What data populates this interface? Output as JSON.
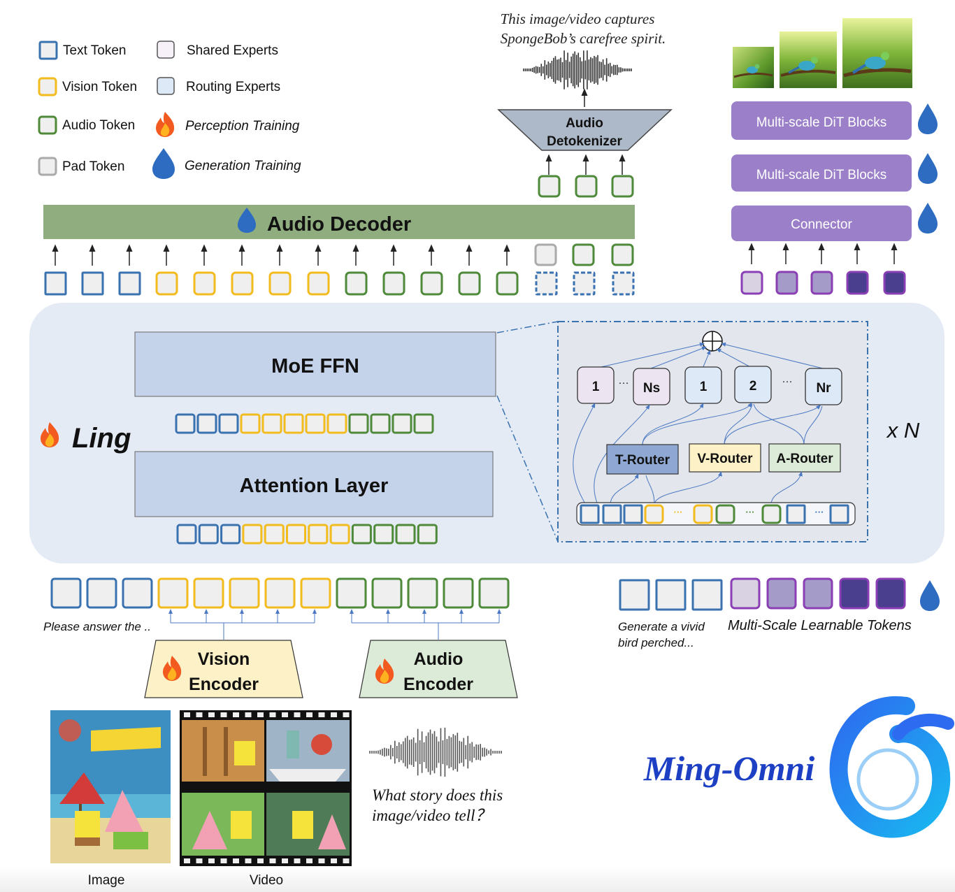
{
  "legend": {
    "text_token": "Text Token",
    "vision_token": "Vision Token",
    "audio_token": "Audio Token",
    "pad_token": "Pad Token",
    "shared_experts": "Shared Experts",
    "routing_experts": "Routing Experts",
    "perception_training": "Perception Training",
    "generation_training": "Generation Training"
  },
  "audio_output": {
    "caption_line1": "This image/video captures",
    "caption_line2": "SpongeBob’s carefree spirit.",
    "detokenizer_line1": "Audio",
    "detokenizer_line2": "Detokenizer",
    "decoder_label": "Audio Decoder"
  },
  "image_generation": {
    "dit_block_1": "Multi-scale DiT Blocks",
    "dit_block_2": "Multi-scale DiT Blocks",
    "connector": "Connector"
  },
  "ling": {
    "name": "Ling",
    "moe_ffn": "MoE FFN",
    "attention_layer": "Attention Layer",
    "repeat": "x N"
  },
  "moe_detail": {
    "experts": [
      "1",
      "Ns",
      "1",
      "2",
      "Nr"
    ],
    "ellipsis": "···",
    "routers": [
      "T-Router",
      "V-Router",
      "A-Router"
    ]
  },
  "inputs": {
    "text_prompt": "Please answer the ..",
    "vision_encoder_line1": "Vision",
    "vision_encoder_line2": "Encoder",
    "audio_encoder_line1": "Audio",
    "audio_encoder_line2": "Encoder",
    "question_line1": "What story does this",
    "question_line2": "image/video  tell？",
    "image_label": "Image",
    "video_label": "Video"
  },
  "generation_input": {
    "prompt_line1": "Generate  a vivid",
    "prompt_line2": "bird perched...",
    "learnable_tokens": "Multi-Scale Learnable Tokens"
  },
  "brand": {
    "name": "Ming-Omni"
  },
  "colors": {
    "text_token": "#3a72b0",
    "vision_token": "#f2bb1e",
    "audio_token": "#4e8a3a",
    "pad_token": "#aaaaaa",
    "shared_expert_fill": "#ece4f0",
    "routing_expert_fill": "#dde9f6",
    "audio_decoder": "#8fad7f",
    "dit_block": "#9b80c9",
    "ling_background": "#e5ebf5",
    "brand_blue": "#1d3fc4"
  }
}
